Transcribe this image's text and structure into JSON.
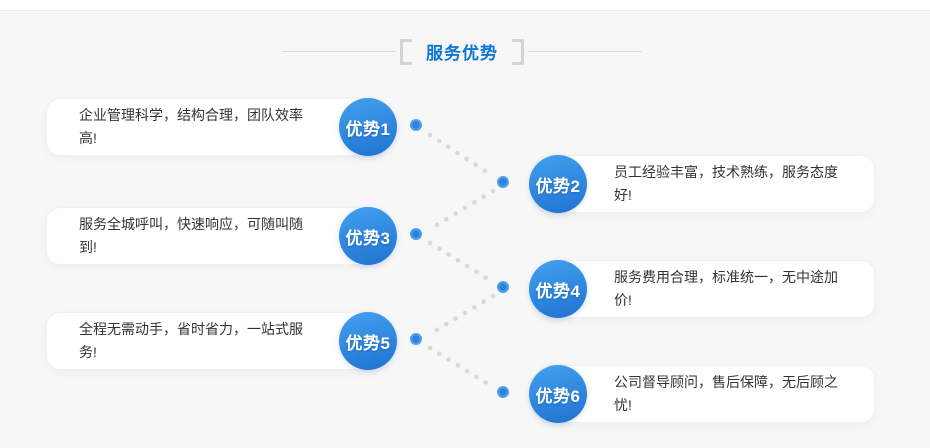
{
  "header": {
    "title": "服务优势"
  },
  "advantages": [
    {
      "badge": "优势1",
      "side": "left",
      "text": "企业管理科学，结构合理，团队效率高!"
    },
    {
      "badge": "优势2",
      "side": "right",
      "text": "员工经验丰富，技术熟练，服务态度好!"
    },
    {
      "badge": "优势3",
      "side": "left",
      "text": "服务全城呼叫，快速响应，可随叫随到!"
    },
    {
      "badge": "优势4",
      "side": "right",
      "text": "服务费用合理，标准统一，无中途加价!"
    },
    {
      "badge": "优势5",
      "side": "left",
      "text": "全程无需动手，省时省力，一站式服务!"
    },
    {
      "badge": "优势6",
      "side": "right",
      "text": "公司督导顾问，售后保障，无后顾之忧!"
    }
  ],
  "colors": {
    "accent": "#0d76d5",
    "badge_top": "#43a1ef",
    "badge_bottom": "#1f72d0",
    "node": "#2a83df",
    "node_ring": "#4f9de9",
    "dots": "#d9d9d9",
    "panel_bg": "#f7f7f8",
    "text": "#333333"
  }
}
